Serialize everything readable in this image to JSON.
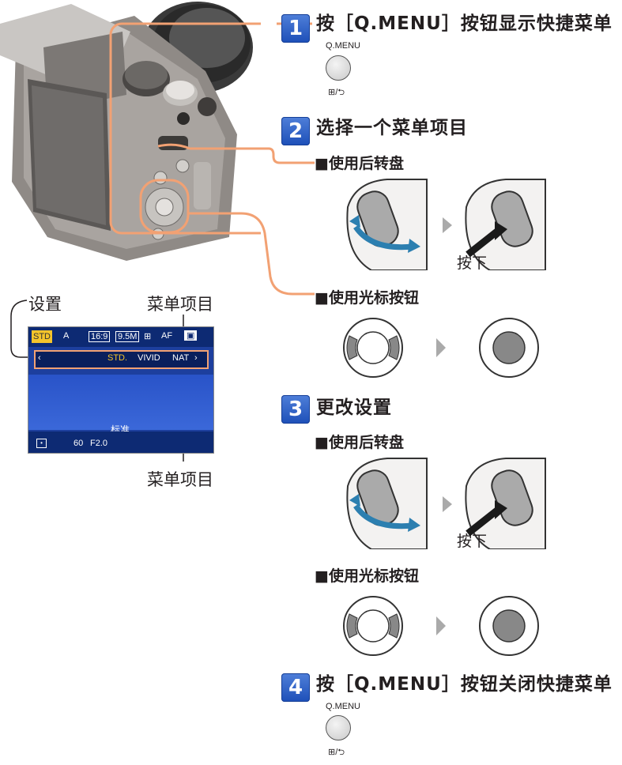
{
  "steps": [
    {
      "number": "1",
      "title": "按［Q.MENU］按钮显示快捷菜单",
      "button_label_top": "Q.MENU",
      "button_label_bottom": "⊞/⮌"
    },
    {
      "number": "2",
      "title": "选择一个菜单项目",
      "method_dial": "■使用后转盘",
      "press_label": "按下",
      "method_cursor": "■使用光标按钮"
    },
    {
      "number": "3",
      "title": "更改设置",
      "method_dial": "■使用后转盘",
      "press_label": "按下",
      "method_cursor": "■使用光标按钮"
    },
    {
      "number": "4",
      "title": "按［Q.MENU］按钮关闭快捷菜单",
      "button_label_top": "Q.MENU",
      "button_label_bottom": "⊞/⮌"
    }
  ],
  "screen": {
    "callout_setting": "设置",
    "callout_menu_item_top": "菜单项目",
    "callout_menu_item_bottom": "菜单项目",
    "top_icons": [
      "STD",
      "A",
      "16:9",
      "9.5M",
      "⊞",
      "AF",
      "▣"
    ],
    "options": [
      "STD.",
      "VIVID",
      "NAT"
    ],
    "center_label": "标准",
    "bottom_shutter": "60",
    "bottom_aperture": "F2.0"
  },
  "colors": {
    "accent_line": "#f2a173",
    "badge": "#1d4fb8",
    "lcd": "#1d3f9e"
  }
}
